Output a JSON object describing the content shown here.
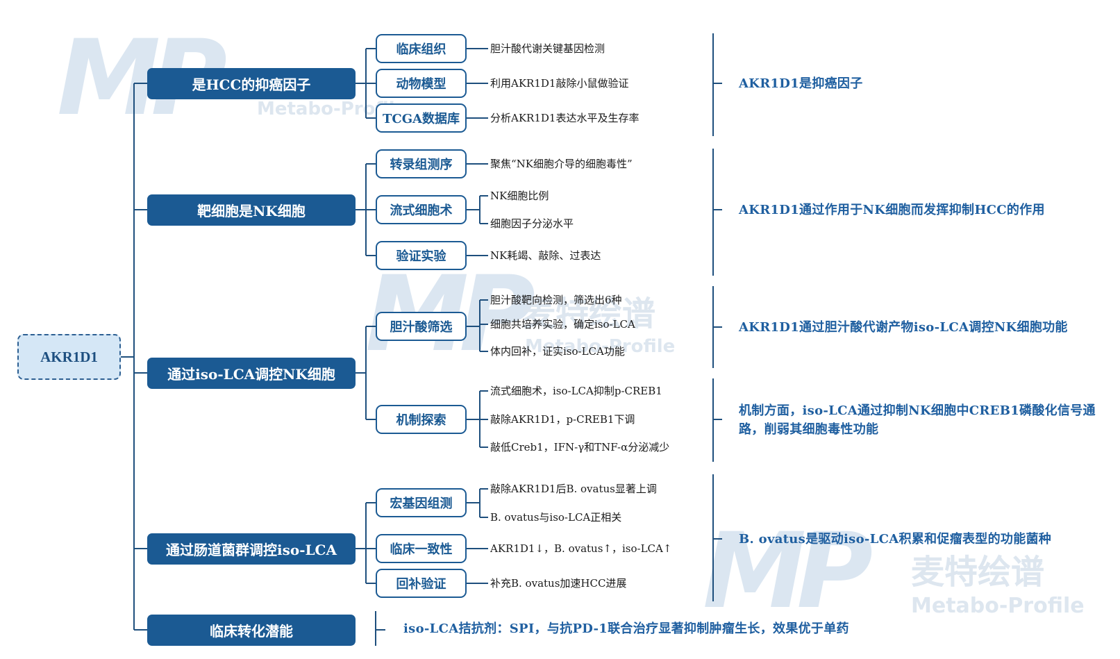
{
  "watermark": {
    "logo_letters": "MP",
    "brand_cn": "麦特绘谱",
    "brand_en": "Metabo-Profile"
  },
  "root": {
    "label": "AKR1D1"
  },
  "branches": [
    {
      "label": "是HCC的抑癌因子",
      "subs": [
        {
          "label": "临床组织",
          "leaves": [
            "胆汁酸代谢关键基因检测"
          ]
        },
        {
          "label": "动物模型",
          "leaves": [
            "利用AKR1D1敲除小鼠做验证"
          ]
        },
        {
          "label": "TCGA数据库",
          "leaves": [
            "分析AKR1D1表达水平及生存率"
          ]
        }
      ],
      "conclusion": "AKR1D1是抑癌因子"
    },
    {
      "label": "靶细胞是NK细胞",
      "subs": [
        {
          "label": "转录组测序",
          "leaves": [
            "聚焦“NK细胞介导的细胞毒性”"
          ]
        },
        {
          "label": "流式细胞术",
          "leaves": [
            "NK细胞比例",
            "细胞因子分泌水平"
          ]
        },
        {
          "label": "验证实验",
          "leaves": [
            "NK耗竭、敲除、过表达"
          ]
        }
      ],
      "conclusion": "AKR1D1通过作用于NK细胞而发挥抑制HCC的作用"
    },
    {
      "label": "通过iso-LCA调控NK细胞",
      "subs": [
        {
          "label": "胆汁酸筛选",
          "leaves": [
            "胆汁酸靶向检测，筛选出6种",
            "细胞共培养实验，确定iso-LCA",
            "体内回补，证实iso-LCA功能"
          ]
        },
        {
          "label": "机制探索",
          "leaves": [
            "流式细胞术，iso-LCA抑制p-CREB1",
            "敲除AKR1D1，p-CREB1下调",
            "敲低Creb1，IFN-γ和TNF-α分泌减少"
          ]
        }
      ],
      "conclusions": [
        "AKR1D1通过胆汁酸代谢产物iso-LCA调控NK细胞功能",
        "机制方面，iso-LCA通过抑制NK细胞中CREB1磷酸化信号通路，削弱其细胞毒性功能"
      ]
    },
    {
      "label": "通过肠道菌群调控iso-LCA",
      "subs": [
        {
          "label": "宏基因组测",
          "leaves": [
            "敲除AKR1D1后B. ovatus显著上调",
            "B. ovatus与iso-LCA正相关"
          ]
        },
        {
          "label": "临床一致性",
          "leaves": [
            "AKR1D1↓，B. ovatus↑，iso-LCA↑"
          ]
        },
        {
          "label": "回补验证",
          "leaves": [
            "补充B. ovatus加速HCC进展"
          ]
        }
      ],
      "conclusion": "B. ovatus是驱动iso-LCA积累和促瘤表型的功能菌种"
    },
    {
      "label": "临床转化潜能",
      "conclusion": "iso-LCA拮抗剂：SPI，与抗PD-1联合治疗显著抑制肿瘤生长，效果优于单药"
    }
  ],
  "colors": {
    "primary": "#1b5a93",
    "conclusion_text": "#1f5fa0",
    "root_fill": "#d5e7f6",
    "wire": "#1e4f7d"
  }
}
